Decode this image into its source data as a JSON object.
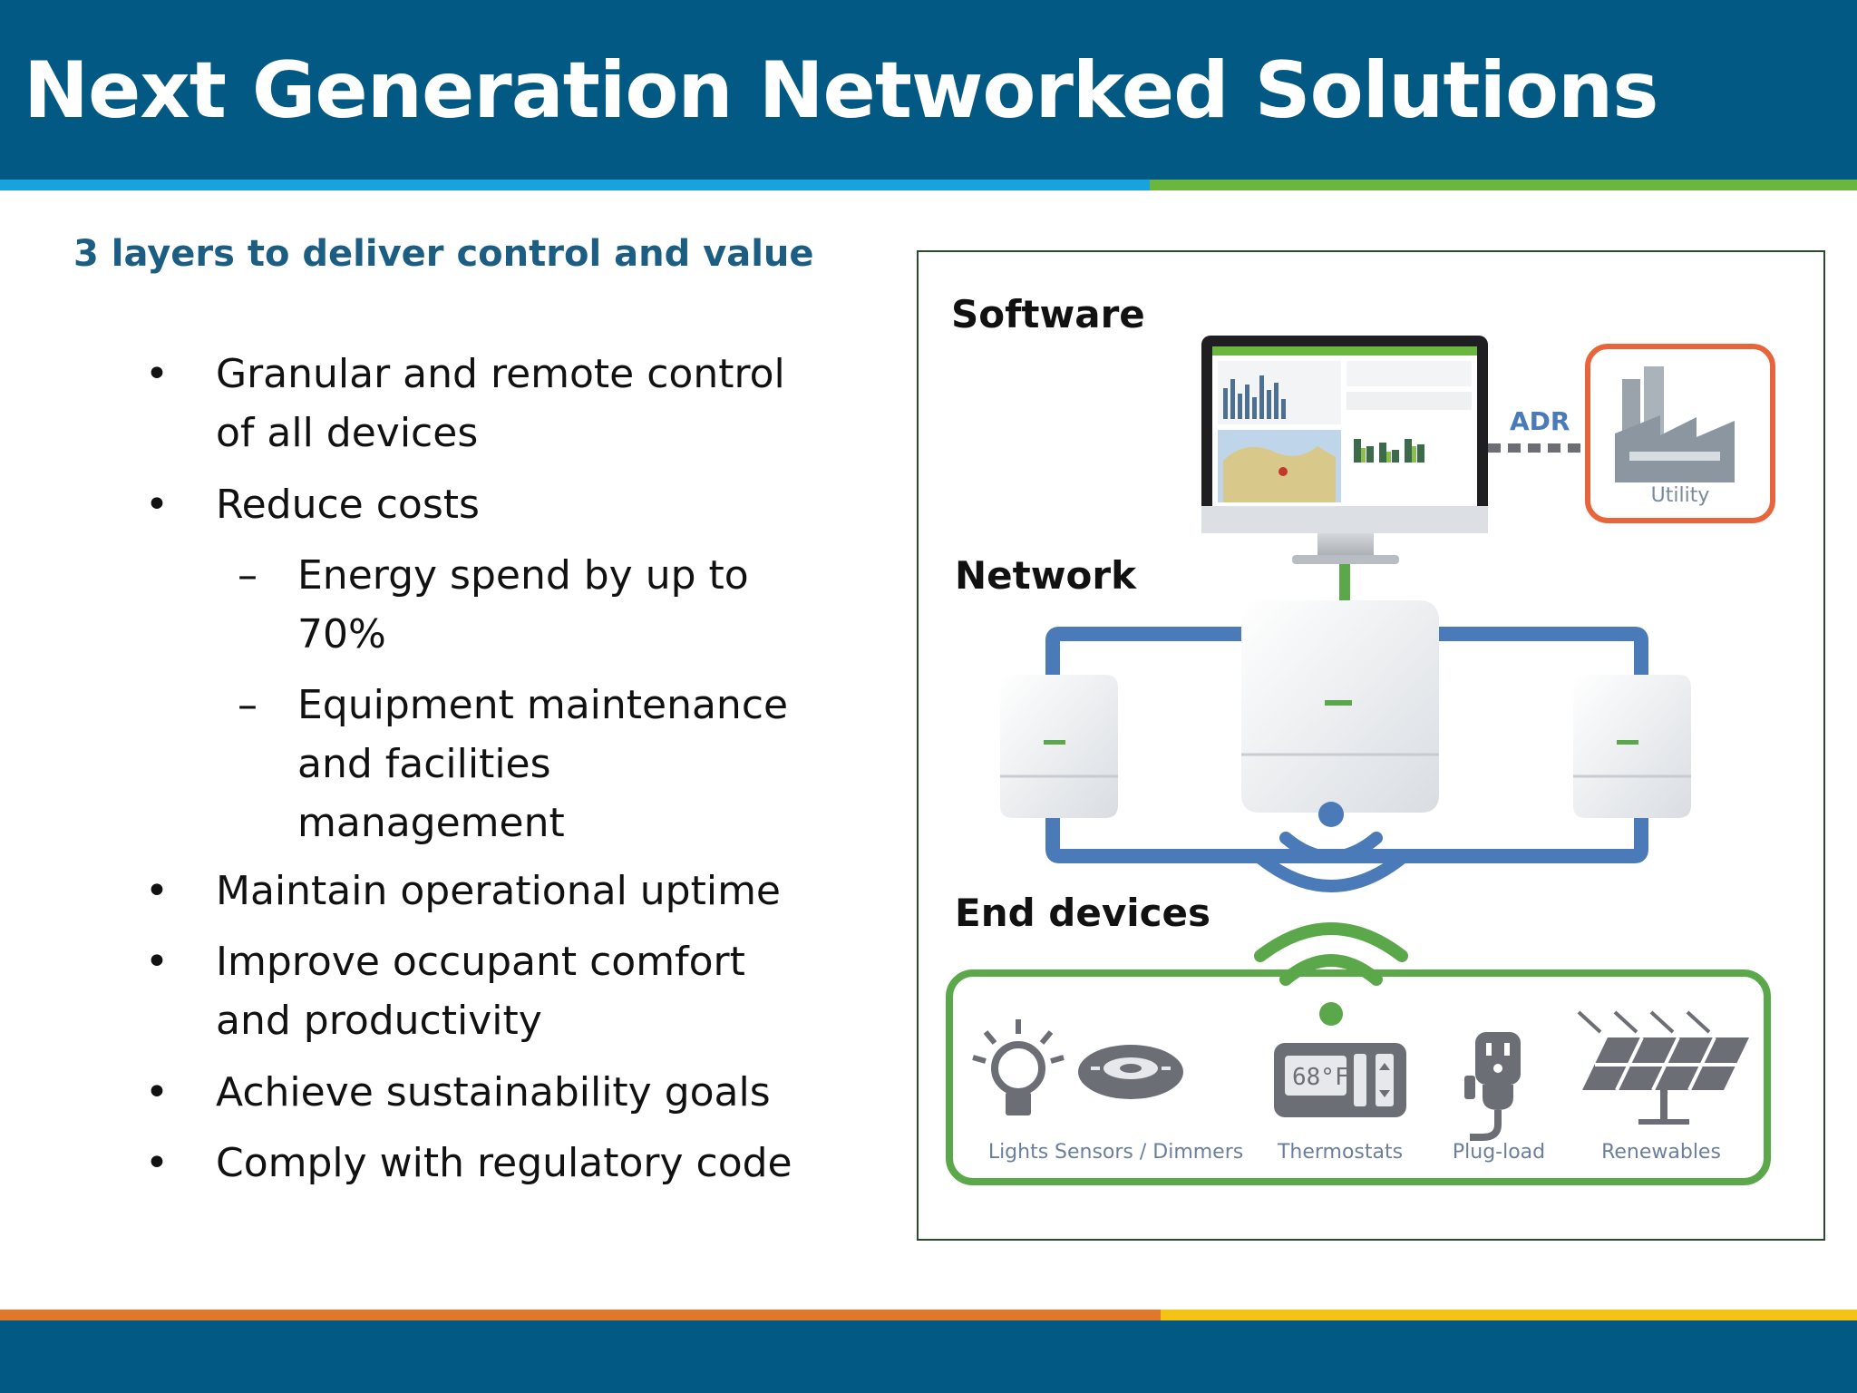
{
  "slide": {
    "title": "Next Generation Networked Solutions",
    "subtitle": "3 layers to deliver control and value",
    "bullets": [
      {
        "marker": "•",
        "lines": [
          "Granular and remote control",
          "of all devices"
        ]
      },
      {
        "marker": "•",
        "lines": [
          "Reduce costs"
        ]
      },
      {
        "marker": "–",
        "lines": [
          "Energy spend by up to",
          "70%"
        ]
      },
      {
        "marker": "–",
        "lines": [
          "Equipment maintenance",
          "and facilities",
          "management"
        ]
      },
      {
        "marker": "•",
        "lines": [
          "Maintain operational uptime"
        ]
      },
      {
        "marker": "•",
        "lines": [
          "Improve occupant comfort",
          "and productivity"
        ]
      },
      {
        "marker": "•",
        "lines": [
          "Achieve sustainability goals"
        ]
      },
      {
        "marker": "•",
        "lines": [
          "Comply with regulatory code"
        ]
      }
    ]
  },
  "diagram": {
    "layers": {
      "software": "Software",
      "network": "Network",
      "end_devices": "End devices"
    },
    "adr": "ADR",
    "utility": "Utility",
    "devices": {
      "lights": "Lights",
      "sensors": "Sensors / Dimmers",
      "thermostats": "Thermostats",
      "plugload": "Plug-load",
      "renewables": "Renewables"
    },
    "thermostat_reading": "68°F"
  },
  "colors": {
    "header_blue": "#025983",
    "accent_light_blue": "#17a3dd",
    "accent_green": "#6ab63e",
    "accent_orange": "#e0782b",
    "accent_yellow": "#f5c315",
    "subtitle_blue": "#1c5d83",
    "network_blue": "#4a7ab8",
    "device_green": "#5aa84a",
    "utility_orange": "#e8643a"
  }
}
